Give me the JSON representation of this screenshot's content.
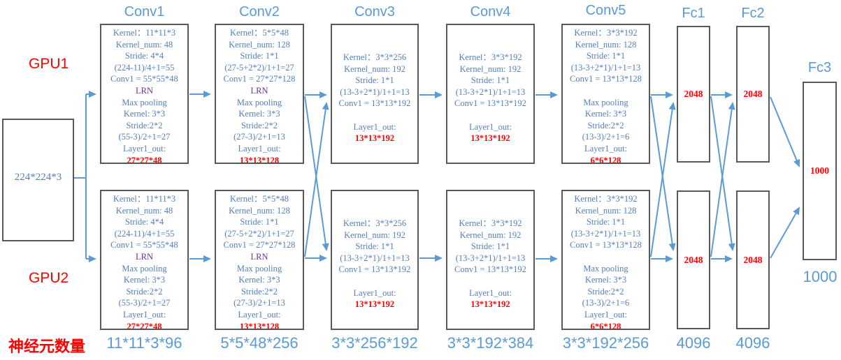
{
  "colors": {
    "accent_blue": "#5B9BD5",
    "text_blue": "#5580BA",
    "red": "#FF0000",
    "purple": "#7030A0",
    "border_gray": "#595959"
  },
  "input_box": {
    "label": "224*224*3"
  },
  "labels": {
    "gpu1": "GPU1",
    "gpu2": "GPU2",
    "neurons": "神经元数量"
  },
  "conv_layers": [
    {
      "title": "Conv1",
      "bottom_label": "11*11*3*96",
      "lines": [
        [
          "Kernel：11*11*3",
          "b"
        ],
        [
          "Kernel_num: 48",
          "b"
        ],
        [
          "Stride: 4*4",
          "b"
        ],
        [
          "(224-11)/4+1=55",
          "b"
        ],
        [
          "Conv1 = 55*55*48",
          "b"
        ],
        [
          "LRN",
          "p"
        ],
        [
          "Max pooling",
          "b"
        ],
        [
          "Kernel: 3*3",
          "b"
        ],
        [
          "Stride:2*2",
          "b"
        ],
        [
          "(55-3)/2+1=27",
          "b"
        ],
        [
          "Layer1_out:",
          "b"
        ],
        [
          "27*27*48",
          "r"
        ]
      ]
    },
    {
      "title": "Conv2",
      "bottom_label": "5*5*48*256",
      "lines": [
        [
          "Kernel：5*5*48",
          "b"
        ],
        [
          "Kernel_num: 128",
          "b"
        ],
        [
          "Stride: 1*1",
          "b"
        ],
        [
          "(27-5+2*2)/1+1=27",
          "b"
        ],
        [
          "Conv1 = 27*27*128",
          "b"
        ],
        [
          "LRN",
          "p"
        ],
        [
          "Max pooling",
          "b"
        ],
        [
          "Kernel: 3*3",
          "b"
        ],
        [
          "Stride:2*2",
          "b"
        ],
        [
          "(27-3)/2+1=13",
          "b"
        ],
        [
          "Layer1_out:",
          "b"
        ],
        [
          "13*13*128",
          "r"
        ]
      ]
    },
    {
      "title": "Conv3",
      "bottom_label": "3*3*256*192",
      "lines": [
        [
          "Kernel：3*3*256",
          "b"
        ],
        [
          "Kernel_num: 192",
          "b"
        ],
        [
          "Stride: 1*1",
          "b"
        ],
        [
          "(13-3+2*1)/1+1=13",
          "b"
        ],
        [
          "Conv1 = 13*13*192",
          "b"
        ],
        [
          "",
          ""
        ],
        [
          "Layer1_out:",
          "b"
        ],
        [
          "13*13*192",
          "r"
        ]
      ]
    },
    {
      "title": "Conv4",
      "bottom_label": "3*3*192*384",
      "lines": [
        [
          "Kernel：3*3*192",
          "b"
        ],
        [
          "Kernel_num: 192",
          "b"
        ],
        [
          "Stride: 1*1",
          "b"
        ],
        [
          "(13-3+2*1)/1+1=13",
          "b"
        ],
        [
          "Conv1 = 13*13*192",
          "b"
        ],
        [
          "",
          ""
        ],
        [
          "Layer1_out:",
          "b"
        ],
        [
          "13*13*192",
          "r"
        ]
      ]
    },
    {
      "title": "Conv5",
      "bottom_label": "3*3*192*256",
      "lines": [
        [
          "Kernel：3*3*192",
          "b"
        ],
        [
          "Kernel_num: 128",
          "b"
        ],
        [
          "Stride: 1*1",
          "b"
        ],
        [
          "(13-3+2*1)/1+1=13",
          "b"
        ],
        [
          "Conv1 = 13*13*128",
          "b"
        ],
        [
          "",
          ""
        ],
        [
          "Max pooling",
          "b"
        ],
        [
          "Kernel: 3*3",
          "b"
        ],
        [
          "Stride:2*2",
          "b"
        ],
        [
          "(13-3)/2+1=6",
          "b"
        ],
        [
          "Layer1_out:",
          "b"
        ],
        [
          "6*6*128",
          "r"
        ]
      ]
    }
  ],
  "fc_layers": [
    {
      "title": "Fc1",
      "bottom_label": "4096",
      "gpu1_value": "2048",
      "gpu2_value": "2048"
    },
    {
      "title": "Fc2",
      "bottom_label": "4096",
      "gpu1_value": "2048",
      "gpu2_value": "2048"
    },
    {
      "title": "Fc3",
      "bottom_label": "1000",
      "value": "1000"
    }
  ]
}
